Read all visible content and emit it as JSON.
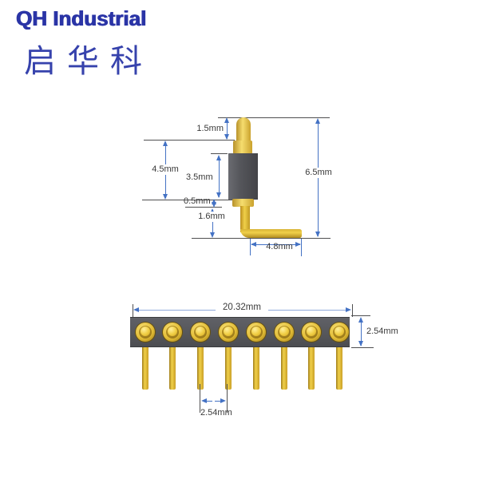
{
  "logo": {
    "title": "QH Industrial",
    "subtitle": "启华科"
  },
  "pin_diagram": {
    "description": "right-angle pogo pin side view",
    "dimensions": {
      "tip_height": "1.5mm",
      "upper_section": "4.5mm",
      "barrel_height": "3.5mm",
      "flange_height": "0.5mm",
      "tail_height": "1.6mm",
      "leg_length": "4.8mm",
      "total_height": "6.5mm"
    }
  },
  "connector_diagram": {
    "description": "8-pin single-row header front view",
    "pin_count": 8,
    "dimensions": {
      "total_width": "20.32mm",
      "housing_height": "2.54mm",
      "pin_pitch": "2.54mm"
    }
  },
  "colors": {
    "dimension_blue": "#4472C4",
    "gold": "#E8C53E",
    "housing_gray": "#56575A",
    "logo_blue": "#2A34A6"
  }
}
